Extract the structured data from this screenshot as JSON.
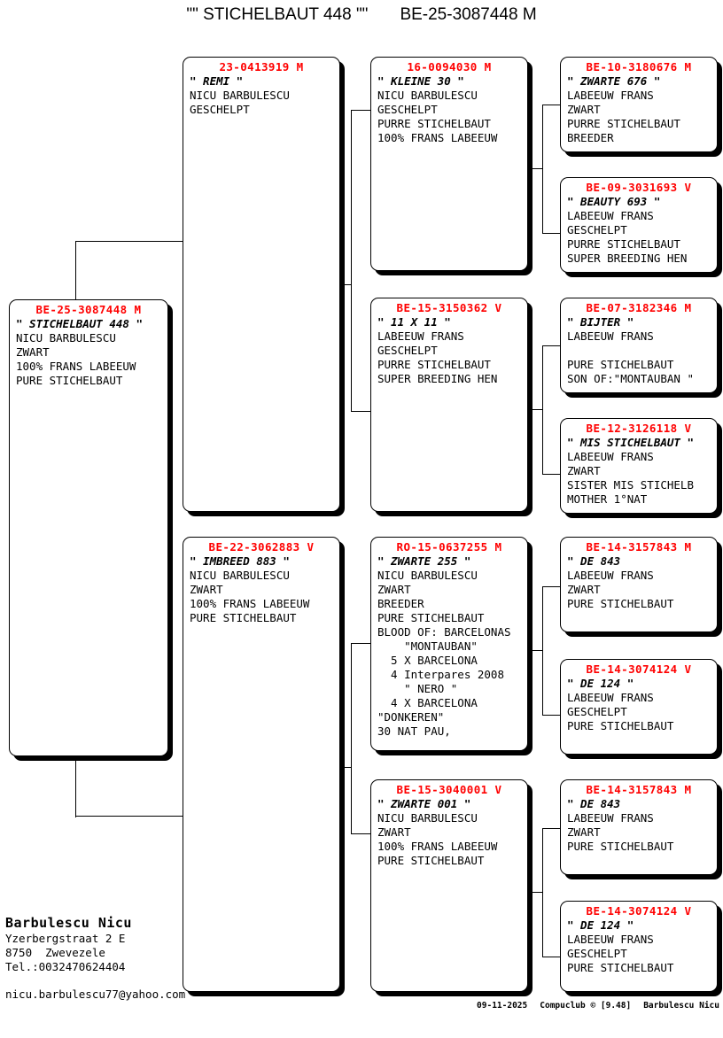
{
  "header": {
    "subject_name": "\"\" STICHELBAUT 448 \"\"",
    "subject_ring": "BE-25-3087448 M"
  },
  "colors": {
    "ring_red": "#ff0000",
    "text_black": "#000000",
    "background": "#ffffff"
  },
  "subject": {
    "ring": "BE-25-3087448 M",
    "nickname": "\" STICHELBAUT 448 \"",
    "lines": [
      "NICU BARBULESCU",
      "ZWART",
      "100% FRANS LABEEUW",
      "PURE STICHELBAUT"
    ]
  },
  "generation1": [
    {
      "ring": "23-0413919 M",
      "nickname": "\" REMI \"",
      "lines": [
        "NICU BARBULESCU",
        "GESCHELPT"
      ]
    },
    {
      "ring": "BE-22-3062883 V",
      "nickname": "\" IMBREED 883 \"",
      "lines": [
        "NICU BARBULESCU",
        "ZWART",
        "100% FRANS LABEEUW",
        "PURE STICHELBAUT"
      ]
    }
  ],
  "generation2": [
    {
      "ring": "16-0094030 M",
      "nickname": "\" KLEINE 30 \"",
      "lines": [
        "NICU BARBULESCU",
        "GESCHELPT",
        "PURRE STICHELBAUT",
        "100% FRANS LABEEUW"
      ]
    },
    {
      "ring": "BE-15-3150362 V",
      "nickname": "\" 11 X 11 \"",
      "lines": [
        "LABEEUW FRANS",
        "GESCHELPT",
        "PURRE STICHELBAUT",
        "SUPER BREEDING HEN"
      ]
    },
    {
      "ring": "RO-15-0637255 M",
      "nickname": "\" ZWARTE 255 \"",
      "lines": [
        "NICU BARBULESCU",
        "ZWART",
        "BREEDER",
        "PURE STICHELBAUT",
        "BLOOD OF: BARCELONAS",
        "    \"MONTAUBAN\"",
        "  5 X BARCELONA",
        "  4 Interpares 2008",
        "    \" NERO \"",
        "  4 X BARCELONA",
        "\"DONKEREN\"",
        "30 NAT PAU,"
      ]
    },
    {
      "ring": "BE-15-3040001 V",
      "nickname": "\" ZWARTE 001 \"",
      "lines": [
        "NICU BARBULESCU",
        "ZWART",
        "100% FRANS LABEEUW",
        "PURE STICHELBAUT"
      ]
    }
  ],
  "generation3": [
    {
      "ring": "BE-10-3180676 M",
      "nickname": "\" ZWARTE 676 \"",
      "lines": [
        "LABEEUW FRANS",
        "ZWART",
        "PURRE STICHELBAUT",
        "BREEDER"
      ]
    },
    {
      "ring": "BE-09-3031693 V",
      "nickname": "\" BEAUTY 693 \"",
      "lines": [
        "LABEEUW FRANS",
        "GESCHELPT",
        "PURRE STICHELBAUT",
        "SUPER BREEDING HEN"
      ]
    },
    {
      "ring": "BE-07-3182346 M",
      "nickname": "\" BIJTER \"",
      "lines": [
        "LABEEUW FRANS",
        "",
        "PURE STICHELBAUT",
        "SON OF:\"MONTAUBAN \""
      ]
    },
    {
      "ring": "BE-12-3126118 V",
      "nickname": "\" MIS STICHELBAUT \"",
      "lines": [
        "LABEEUW FRANS",
        "ZWART",
        "SISTER MIS STICHELB",
        "MOTHER 1°NAT"
      ]
    },
    {
      "ring": "BE-14-3157843 M",
      "nickname": "\" DE 843",
      "lines": [
        "LABEEUW FRANS",
        "ZWART",
        "PURE STICHELBAUT"
      ]
    },
    {
      "ring": "BE-14-3074124 V",
      "nickname": "\" DE 124 \"",
      "lines": [
        "LABEEUW FRANS",
        "GESCHELPT",
        "PURE STICHELBAUT"
      ]
    },
    {
      "ring": "BE-14-3157843 M",
      "nickname": "\" DE 843",
      "lines": [
        "LABEEUW FRANS",
        "ZWART",
        "PURE STICHELBAUT"
      ]
    },
    {
      "ring": "BE-14-3074124 V",
      "nickname": "\" DE 124 \"",
      "lines": [
        "LABEEUW FRANS",
        "GESCHELPT",
        "PURE STICHELBAUT"
      ]
    }
  ],
  "owner": {
    "name": "Barbulescu Nicu",
    "street": "Yzerbergstraat 2 E",
    "city": "8750  Zwevezele",
    "phone": "Tel.:0032470624404",
    "email": "nicu.barbulescu77@yahoo.com"
  },
  "credits": {
    "date": "09-11-2025",
    "software": "Compuclub © [9.48]",
    "user": "Barbulescu Nicu"
  }
}
